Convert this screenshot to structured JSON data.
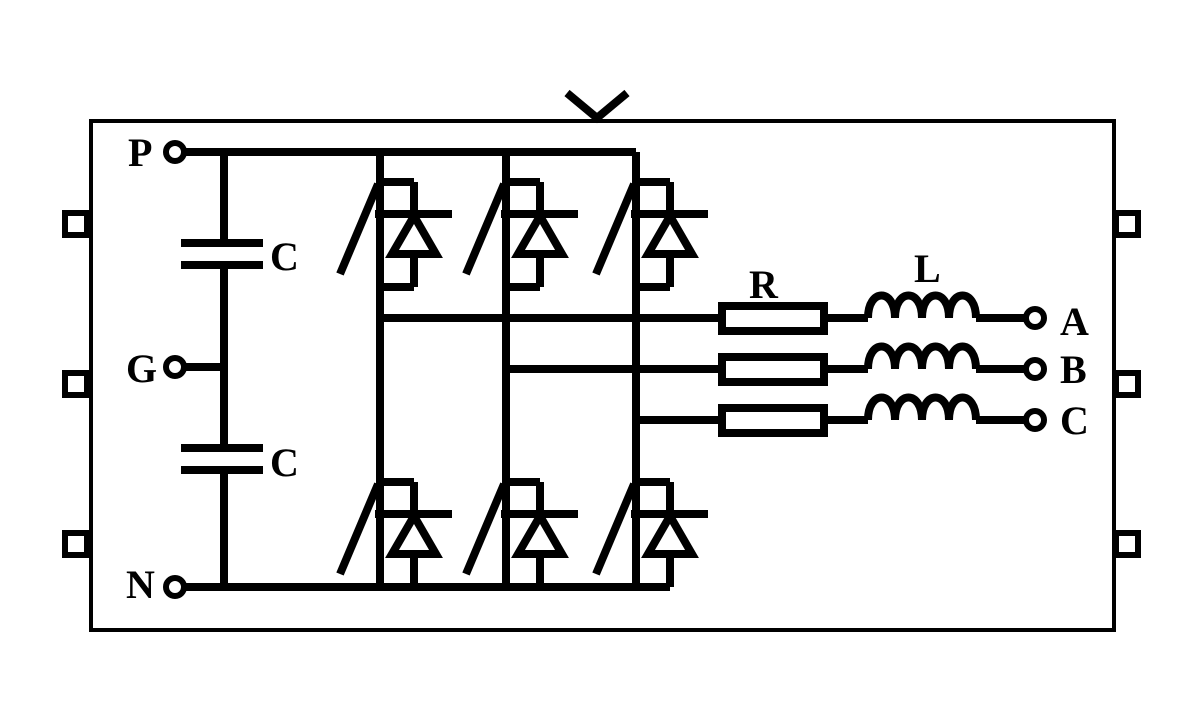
{
  "block": {
    "terminals": {
      "dc_positive": "P",
      "ground": "G",
      "dc_negative": "N"
    },
    "capacitors": [
      "C",
      "C"
    ],
    "filter": {
      "resistor_label": "R",
      "inductor_label": "L"
    },
    "outputs": [
      "A",
      "B",
      "C"
    ]
  },
  "colors": {
    "stroke": "#000000",
    "background": "#ffffff"
  }
}
